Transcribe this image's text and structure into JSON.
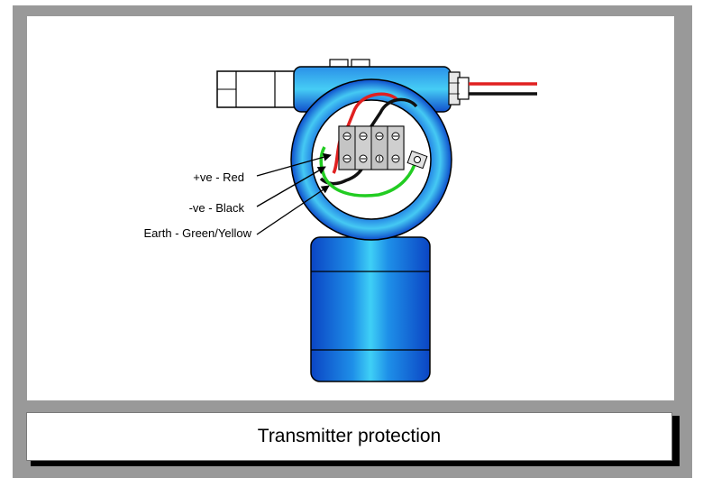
{
  "diagram": {
    "labels": {
      "positive": "+ve - Red",
      "negative": "-ve - Black",
      "earth": "Earth - Green/Yellow"
    },
    "colors": {
      "housing_light": "#35c8f2",
      "housing_mid": "#1a8ce6",
      "housing_dark": "#0a3fc0",
      "wire_red": "#e02020",
      "wire_black": "#111111",
      "wire_green": "#22cc22",
      "terminal": "#c8c8c8"
    },
    "icons": [
      "terminal-screw-icon",
      "arrow-icon"
    ]
  },
  "caption": {
    "text": "Transmitter protection"
  }
}
